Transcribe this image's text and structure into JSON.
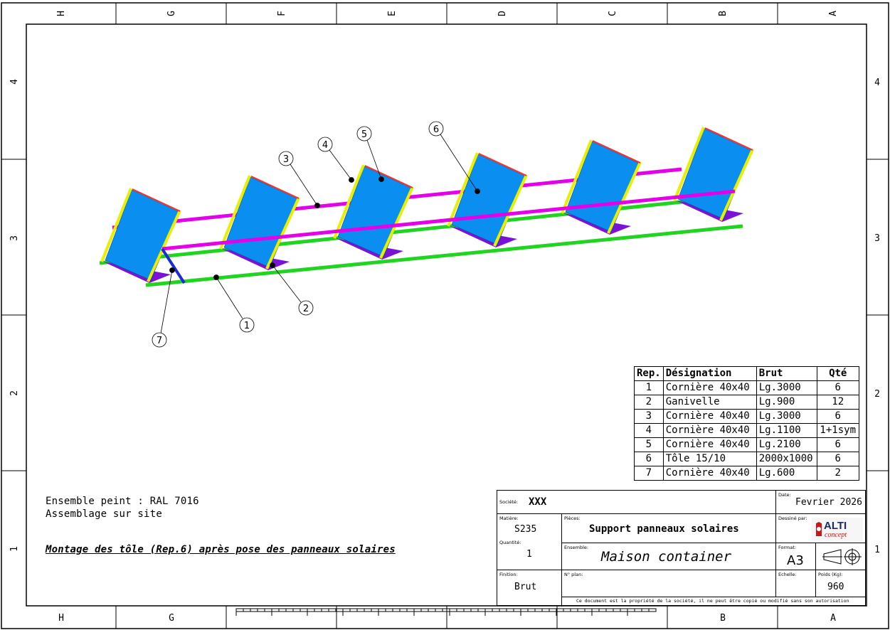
{
  "frame": {
    "top_letters": [
      "H",
      "G",
      "F",
      "E",
      "D",
      "C",
      "B",
      "A"
    ],
    "bottom_letters": [
      "H",
      "G",
      "B",
      "A"
    ],
    "side_numbers": [
      "4",
      "3",
      "2",
      "1"
    ]
  },
  "colors": {
    "panel": "#0a8ff0",
    "panel_edge": "#e8f000",
    "panel_top_edge": "#ff2a2a",
    "bracket": "#7a12d8",
    "upper_rail": "#e400e8",
    "lower_rail": "#22d422",
    "brace": "#1a2ad8"
  },
  "callouts": [
    "1",
    "2",
    "3",
    "4",
    "5",
    "6",
    "7"
  ],
  "parts_list": {
    "headers": {
      "rep": "Rep.",
      "designation": "Désignation",
      "brut": "Brut",
      "qty": "Qté"
    },
    "rows": [
      {
        "rep": "1",
        "designation": "Cornière 40x40",
        "brut": "Lg.3000",
        "qty": "6"
      },
      {
        "rep": "2",
        "designation": "Ganivelle",
        "brut": "Lg.900",
        "qty": "12"
      },
      {
        "rep": "3",
        "designation": "Cornière 40x40",
        "brut": "Lg.3000",
        "qty": "6"
      },
      {
        "rep": "4",
        "designation": "Cornière 40x40",
        "brut": "Lg.1100",
        "qty": "1+1sym"
      },
      {
        "rep": "5",
        "designation": "Cornière 40x40",
        "brut": "Lg.2100",
        "qty": "6"
      },
      {
        "rep": "6",
        "designation": "Tôle 15/10",
        "brut": "2000x1000",
        "qty": "6"
      },
      {
        "rep": "7",
        "designation": "Cornière 40x40",
        "brut": "Lg.600",
        "qty": "2"
      }
    ]
  },
  "notes": {
    "line1": "Ensemble peint : RAL 7016",
    "line2": "Assemblage sur site",
    "line3": "Montage des tôle (Rep.6) après pose des panneaux solaires"
  },
  "title_block": {
    "societe_label": "Société:",
    "societe": "XXX",
    "date_label": "Date:",
    "date": "Fevrier 2026",
    "matiere_label": "Matière:",
    "matiere": "S235",
    "pieces_label": "Pièces:",
    "pieces": "Support panneaux solaires",
    "dessine_label": "Dessiné par:",
    "quantite_label": "Quantité:",
    "quantite": "1",
    "ensemble_label": "Ensemble:",
    "ensemble": "Maison container",
    "format_label": "Format:",
    "format": "A3",
    "finition_label": "Finition:",
    "finition": "Brut",
    "nplan_label": "N° plan:",
    "echelle_label": "Echelle:",
    "poids_label": "Poids (Kg):",
    "poids": "960",
    "disclaimer": "Ce document est la propriété de la société, il ne peut être copié ou modifié sans son autorisation",
    "logo_main": "ALTI",
    "logo_sub": "concept"
  }
}
